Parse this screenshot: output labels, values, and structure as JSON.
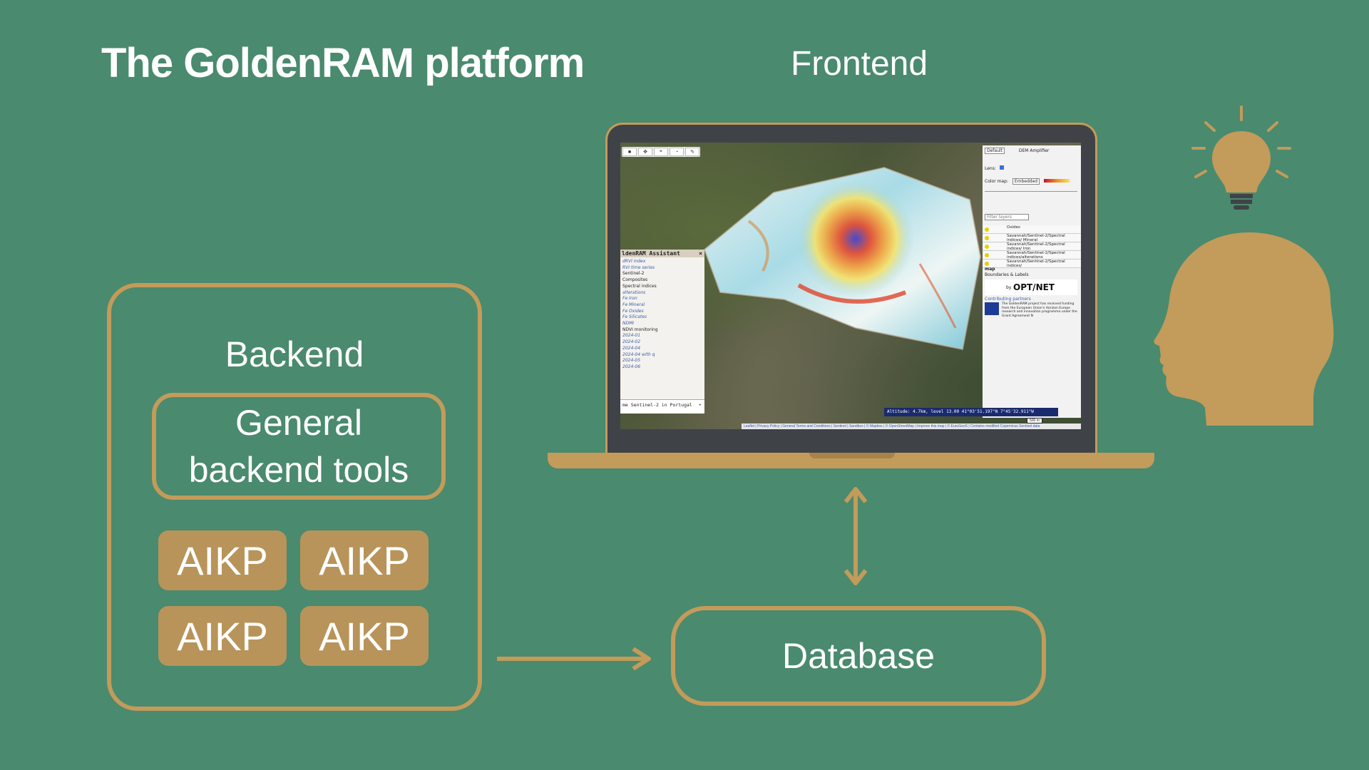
{
  "title": "The GoldenRAM platform",
  "frontend": {
    "label": "Frontend"
  },
  "backend": {
    "label": "Backend",
    "general_tools": "General backend tools",
    "aikp": [
      "AIKP",
      "AIKP",
      "AIKP",
      "AIKP"
    ]
  },
  "database": {
    "label": "Database"
  },
  "screen": {
    "assistant_title": "ldenRAM Assistant",
    "assistant_close": "×",
    "assistant_items": [
      {
        "text": "dRVI index",
        "link": true
      },
      {
        "text": "RVI time series",
        "link": true
      },
      {
        "text": "Sentinel-2",
        "link": false
      },
      {
        "text": "Composites",
        "link": false
      },
      {
        "text": "Spectral indices",
        "link": false
      },
      {
        "text": "alterations",
        "link": true
      },
      {
        "text": "Fe Iron",
        "link": true
      },
      {
        "text": "Fe Mineral",
        "link": true
      },
      {
        "text": "Fe Oxides",
        "link": true
      },
      {
        "text": "Fe Silicates",
        "link": true
      },
      {
        "text": "NDMI",
        "link": true
      },
      {
        "text": "NDVI monitoring",
        "link": false
      },
      {
        "text": "2024-01",
        "link": true
      },
      {
        "text": "2024-02",
        "link": true
      },
      {
        "text": "2024-04",
        "link": true
      },
      {
        "text": "2024-04 with q",
        "link": true
      },
      {
        "text": "2024-05",
        "link": true
      },
      {
        "text": "2024-06",
        "link": true
      }
    ],
    "assistant_input": "me Sentinel-2 in Portugal",
    "panel": {
      "default_select": "Default",
      "dem_label": "DEM Amplifier",
      "lens_label": "Lens:",
      "color_map_label": "Color map:",
      "color_map_select": "Embedded",
      "filter_placeholder": "Filter layers",
      "layers": [
        "Oxides",
        "Savannah/Sentinel-2/Spectral indices/ Mineral",
        "Savannah/Sentinel-2/Spectral indices/ Iron",
        "Savannah/Sentinel-2/Spectral indices/alterations",
        "Savannah/Sentinel-2/Spectral indices/"
      ],
      "map_group": "map",
      "boundaries": "Boundaries & Labels",
      "by": "by",
      "optinet": "OPT/NET",
      "contributing": "Contributing partners",
      "eu_text": "The GoldenRAM project has received funding from the European Union's Horizon Europe research and innovation programme under the Grant Agreement N"
    },
    "status": "Altitude: 4.7km, level 13.00   41°03'51.197\"N   7°45'32.911\"W",
    "scale": "500 m",
    "footer": "Leaflet | Privacy Policy | General Terms and Conditions | Sentinel | Sandbox | © Mapbox | © OpenStreetMap | Improve this map | © EuroGeoS | Contains modified Copernicus Sentinel data"
  },
  "colors": {
    "background": "#4a8a6e",
    "accent": "#c39b5a",
    "aikp_fill": "#b8945a"
  },
  "icons": [
    "lightbulb-icon",
    "head-silhouette-icon",
    "laptop-icon",
    "arrow-right-icon",
    "double-arrow-icon"
  ]
}
